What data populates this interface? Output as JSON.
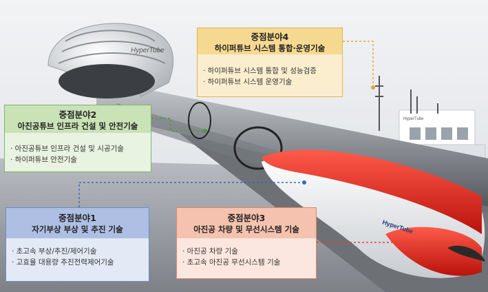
{
  "scene": {
    "logo_text_station": "HyperTube",
    "logo_text_train": "HyperTube",
    "logo_text_building": "HyperTube"
  },
  "boxes": {
    "area4": {
      "title": "중점분야4",
      "subtitle": "하이퍼튜브 시스템 통합·운영기술",
      "items": [
        "· 하이퍼튜브 시스템 통합 및 성능검증",
        "· 하이퍼튜브 시스템 운영기술"
      ]
    },
    "area2": {
      "title": "중점분야2",
      "subtitle": "아진공튜브 인프라 건설 및 안전기술",
      "items": [
        "· 아진공튜브 인프라 건설 및 시공기술",
        "· 하이퍼튜브 안전기술"
      ]
    },
    "area1": {
      "title": "중점분야1",
      "subtitle": "자기부상 부상 및 추진 기술",
      "items": [
        "· 초고속 부상/추진/제어기술",
        "· 고효율 대용량 추진전력제어기술"
      ]
    },
    "area3": {
      "title": "중점분야3",
      "subtitle": "아진공 차량 및 무선시스템 기술",
      "items": [
        "· 아진공 차량 기술",
        "· 초고속 아진공 무선시스템 기술"
      ]
    }
  },
  "colors": {
    "area4": "#e0b44a",
    "area2": "#6fa85a",
    "area1": "#5a7fc0",
    "area3": "#d9674a",
    "train_red": "#e2261f"
  }
}
